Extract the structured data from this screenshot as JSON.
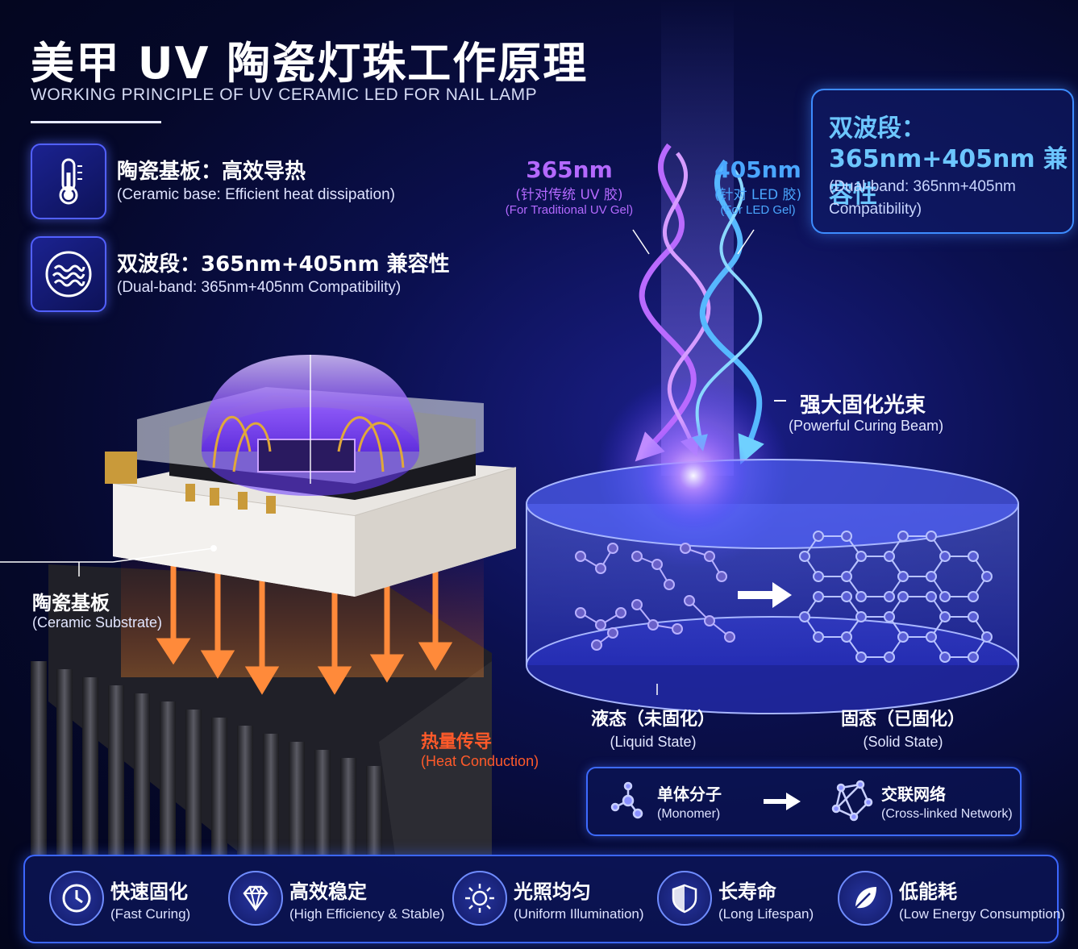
{
  "header": {
    "title": "美甲 UV 陶瓷灯珠工作原理",
    "subtitle": "WORKING PRINCIPLE OF UV CERAMIC LED FOR NAIL LAMP"
  },
  "features": [
    {
      "icon": "thermometer-icon",
      "title": "陶瓷基板：高效导热",
      "subtitle": "(Ceramic base: Efficient heat dissipation)"
    },
    {
      "icon": "wave-icon",
      "title": "双波段：365nm+405nm 兼容性",
      "subtitle": "(Dual-band: 365nm+405nm Compatibility)"
    }
  ],
  "dual_band_box": {
    "line1": "双波段：",
    "line2": "365nm+405nm 兼容性",
    "line3": "(Dual-band: 365nm+405nm Compatibility)"
  },
  "wavelengths": [
    {
      "value": "365nm",
      "cn": "(针对传统 UV 胶)",
      "en": "(For Traditional UV Gel)",
      "color": "#b469ff"
    },
    {
      "value": "405nm",
      "cn": "(针对 LED 胶)",
      "en": "(For LED Gel)",
      "color": "#4aa6ff"
    }
  ],
  "beam_label": {
    "cn": "强大固化光束",
    "en": "(Powerful Curing Beam)"
  },
  "substrate_label": {
    "cn": "陶瓷基板",
    "en": "(Ceramic Substrate)"
  },
  "heat_label": {
    "cn": "热量传导",
    "en": "(Heat Conduction)",
    "color": "#ff5a2a"
  },
  "states": {
    "liquid": {
      "cn": "液态（未固化）",
      "en": "(Liquid State)"
    },
    "solid": {
      "cn": "固态（已固化）",
      "en": "(Solid State)"
    }
  },
  "molecules": {
    "monomer": {
      "cn": "单体分子",
      "en": "(Monomer)"
    },
    "network": {
      "cn": "交联网络",
      "en": "(Cross-linked Network)"
    }
  },
  "benefits": [
    {
      "icon": "clock-icon",
      "cn": "快速固化",
      "en": "(Fast Curing)"
    },
    {
      "icon": "diamond-icon",
      "cn": "高效稳定",
      "en": "(High Efficiency & Stable)"
    },
    {
      "icon": "sun-icon",
      "cn": "光照均匀",
      "en": "(Uniform Illumination)"
    },
    {
      "icon": "shield-icon",
      "cn": "长寿命",
      "en": "(Long Lifespan)"
    },
    {
      "icon": "leaf-icon",
      "cn": "低能耗",
      "en": "(Low Energy Consumption)"
    }
  ],
  "colors": {
    "accent_blue": "#3d8cff",
    "accent_purple": "#b469ff",
    "heat_orange": "#ff6a2a"
  }
}
